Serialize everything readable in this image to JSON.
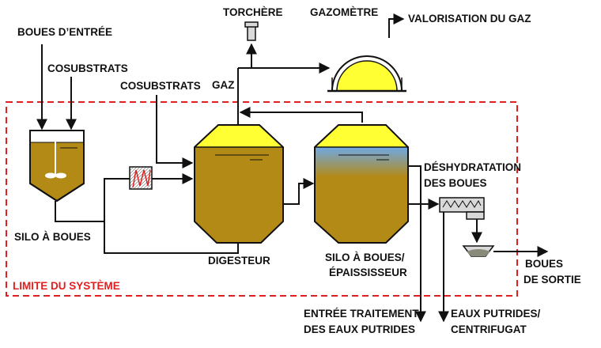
{
  "colors": {
    "sludge": "#b48a16",
    "sludge_dark": "#8a6a10",
    "gas": "#ffff33",
    "water": "#7fb0e0",
    "line": "#111111",
    "boundary": "#e02020",
    "equipment_fill": "#d9d9d9"
  },
  "labels": {
    "boues_entree": "BOUES D’ENTRÉE",
    "cosubstrats_1": "COSUBSTRATS",
    "cosubstrats_2": "COSUBSTRATS",
    "gaz": "GAZ",
    "torchere": "TORCHÈRE",
    "gazometre": "GAZOMÈTRE",
    "valorisation": "VALORISATION DU GAZ",
    "deshydratation_1": "DÉSHYDRATATION",
    "deshydratation_2": "DES BOUES",
    "silo_boues": "SILO À BOUES",
    "digesteur": "DIGESTEUR",
    "silo_epaiss_1": "SILO À BOUES/",
    "silo_epaiss_2": "ÉPAISSISSEUR",
    "boues_sortie_1": "BOUES",
    "boues_sortie_2": "DE SORTIE",
    "limite": "LIMITE DU SYSTÈME",
    "entree_traitement_1": "ENTRÉE TRAITEMENT",
    "entree_traitement_2": "DES EAUX PUTRIDES",
    "eaux_putrides_1": "EAUX PUTRIDES/",
    "eaux_putrides_2": "CENTRIFUGAT"
  },
  "icons": {
    "torch": "torch-icon",
    "heat_exchanger": "heat-exchanger-icon",
    "centrifuge": "centrifuge-icon",
    "mixer": "mixer-icon"
  }
}
